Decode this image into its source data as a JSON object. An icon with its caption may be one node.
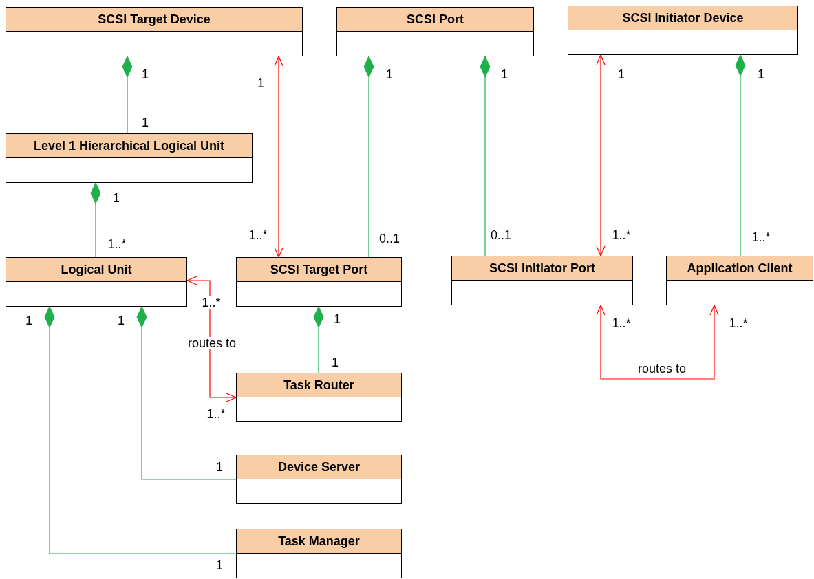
{
  "diagram": {
    "nodes": [
      {
        "text": [
          "SCSI Target Device"
        ]
      },
      {
        "text": [
          "SCSI Port"
        ]
      },
      {
        "text": [
          "SCSI Initiator Device"
        ]
      },
      {
        "text": [
          "Level 1 Hierarchical Logical Unit"
        ]
      },
      {
        "text": [
          "Logical Unit"
        ]
      },
      {
        "text": [
          "SCSI Target Port"
        ]
      },
      {
        "text": [
          "SCSI Initiator Port"
        ]
      },
      {
        "text": [
          "Application Client"
        ]
      },
      {
        "text": [
          "Task Router"
        ]
      },
      {
        "text": [
          "Device Server"
        ]
      },
      {
        "text": [
          "Task Manager"
        ]
      }
    ],
    "edges": [
      {
        "from": 0,
        "to": 3,
        "arrow": "other"
      },
      {
        "from": 0,
        "to": 5,
        "arrow": "both",
        "color": "#ff0000"
      },
      {
        "from": 1,
        "to": 5,
        "arrow": "other"
      },
      {
        "from": 1,
        "to": 6,
        "arrow": "other"
      },
      {
        "from": 2,
        "to": 6,
        "arrow": "both",
        "color": "#ff0000"
      },
      {
        "from": 2,
        "to": 7,
        "arrow": "other"
      },
      {
        "from": 3,
        "to": 4,
        "arrow": "other"
      },
      {
        "from": 4,
        "to": 8,
        "arrow": "both",
        "label": "routes to",
        "color": "#ff0000"
      },
      {
        "from": 5,
        "to": 8,
        "arrow": "other"
      },
      {
        "from": 6,
        "to": 7,
        "arrow": "both",
        "label": "routes to",
        "color": "#ff0000"
      },
      {
        "from": 4,
        "to": 9,
        "arrow": "other"
      },
      {
        "from": 4,
        "to": 10,
        "arrow": "other"
      }
    ],
    "labels": [
      "1",
      "1",
      "1",
      "1",
      "1",
      "1",
      "1",
      "1",
      "1..*",
      "0..1",
      "0..1",
      "1..*",
      "1..*",
      "1..*",
      "1..*",
      "1",
      "1",
      "1",
      "1..*",
      "1..*",
      "1",
      "1..*",
      "1",
      "1"
    ]
  }
}
